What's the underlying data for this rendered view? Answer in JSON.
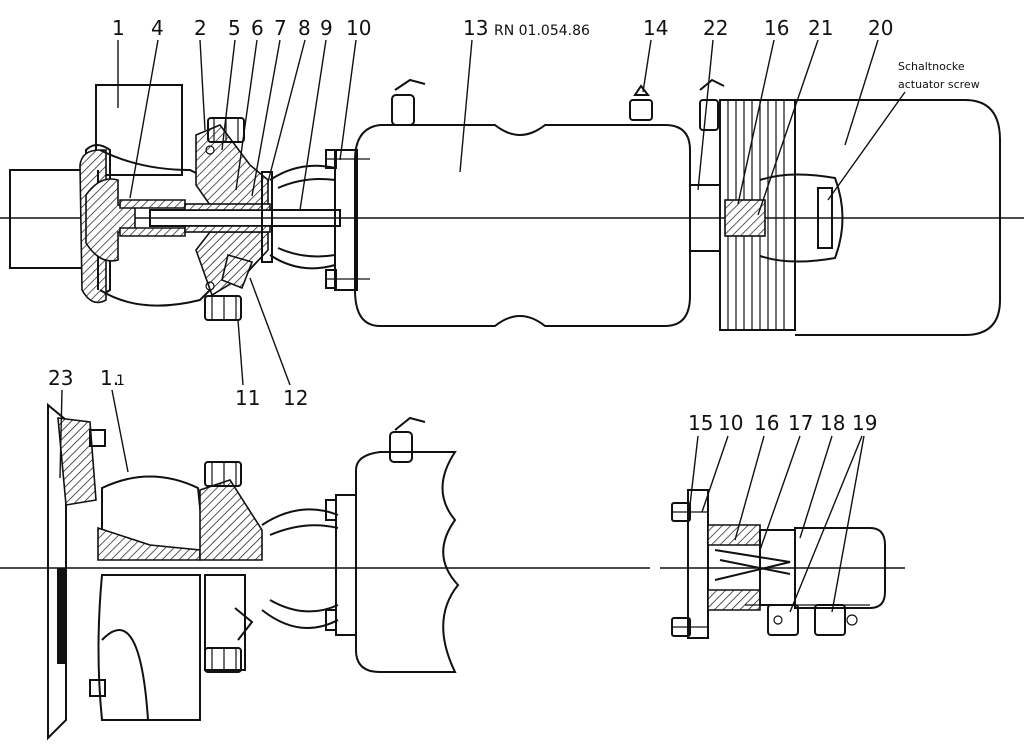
{
  "drawing": {
    "reference": "RN 01.054.86",
    "note_line1": "Schaltnocke",
    "note_line2": "actuator screw"
  },
  "callouts": {
    "c1": "1",
    "c4": "4",
    "c2": "2",
    "c5": "5",
    "c6": "6",
    "c7": "7",
    "c8": "8",
    "c9": "9",
    "c10": "10",
    "c13": "13",
    "c14": "14",
    "c22": "22",
    "c16": "16",
    "c21": "21",
    "c20": "20",
    "c11": "11",
    "c12": "12",
    "c23": "23",
    "c1_1_main": "1.",
    "c1_1_sub": "1",
    "d15": "15",
    "d10": "10",
    "d16": "16",
    "d17": "17",
    "d18": "18",
    "d19": "19"
  }
}
